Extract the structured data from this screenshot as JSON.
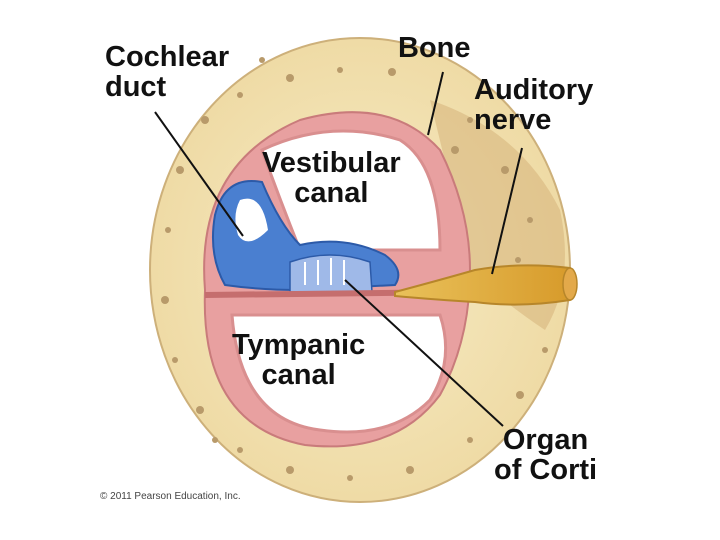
{
  "labels": {
    "cochlear_duct": [
      "Cochlear",
      "duct"
    ],
    "bone": "Bone",
    "auditory_nerve": [
      "Auditory",
      "nerve"
    ],
    "vestibular_canal": [
      "Vestibular",
      "canal"
    ],
    "tympanic_canal": [
      "Tympanic",
      "canal"
    ],
    "organ_of_corti": [
      "Organ",
      "of Corti"
    ]
  },
  "copyright": "© 2011 Pearson Education, Inc.",
  "colors": {
    "bone": "#f3e6b8",
    "bone_spots": "#b89a6a",
    "canal_wall": "#e8a0a0",
    "canal_inner": "#f0b6a8",
    "duct": "#4a7fd0",
    "nerve": "#e8b84a",
    "leader_line": "#111111"
  }
}
